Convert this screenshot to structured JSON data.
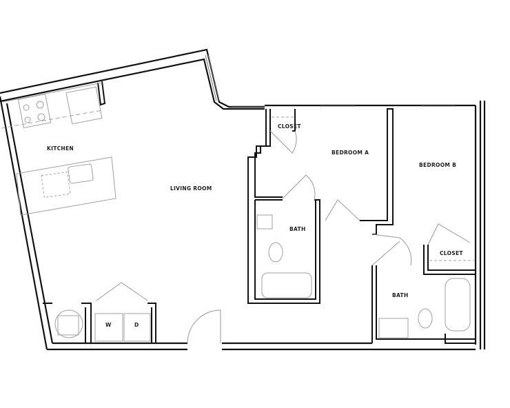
{
  "floorplan": {
    "rooms": {
      "kitchen": "KITCHEN",
      "living_room": "LIVING ROOM",
      "closet_a": "CLOSET",
      "bedroom_a": "BEDROOM A",
      "bedroom_b": "BEDROOM B",
      "bath_a": "BATH",
      "bath_b": "BATH",
      "closet_b": "CLOSET",
      "washer": "W",
      "dryer": "D"
    },
    "colors": {
      "wall": "#111111",
      "fixture": "#9a9a9a",
      "background": "#ffffff"
    }
  }
}
